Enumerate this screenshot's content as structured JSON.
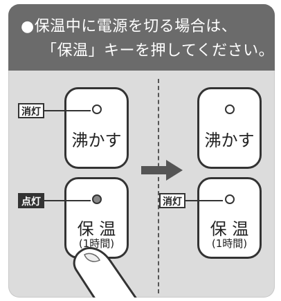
{
  "header": {
    "line1": "●保温中に電源を切る場合は、",
    "line2": "「保温」キーを押してください。"
  },
  "before": {
    "boil_button": {
      "label": "沸かす",
      "lamp_tag": "消灯",
      "lamp_state": "off"
    },
    "keep_warm_button": {
      "label": "保 温",
      "sub_label": "(1時間)",
      "lamp_tag": "点灯",
      "lamp_state": "on"
    }
  },
  "after": {
    "boil_button": {
      "label": "沸かす",
      "lamp_state": "off"
    },
    "keep_warm_button": {
      "label": "保 温",
      "sub_label": "(1時間)",
      "lamp_tag": "消灯",
      "lamp_state": "off"
    }
  },
  "icons": {
    "arrow": "arrow-right-icon",
    "finger": "finger-press-icon",
    "lamp": "indicator-lamp-icon"
  },
  "colors": {
    "header_bg": "#6b6b6b",
    "panel_bg": "#dcdcdc",
    "lamp_lit": "#888888"
  }
}
